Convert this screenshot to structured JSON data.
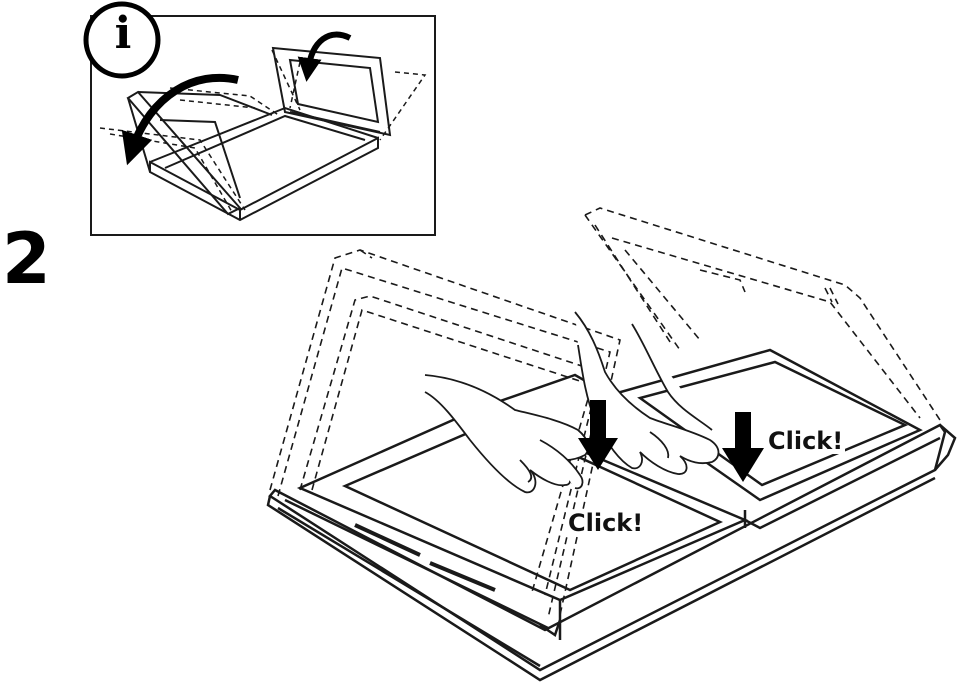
{
  "step": {
    "number": "2"
  },
  "info_panel": {
    "icon": "info-icon",
    "glyph": "i"
  },
  "labels": {
    "click_right": "Click!",
    "click_left": "Click!"
  },
  "colors": {
    "line": "#1a1a1a",
    "background": "#ffffff"
  }
}
